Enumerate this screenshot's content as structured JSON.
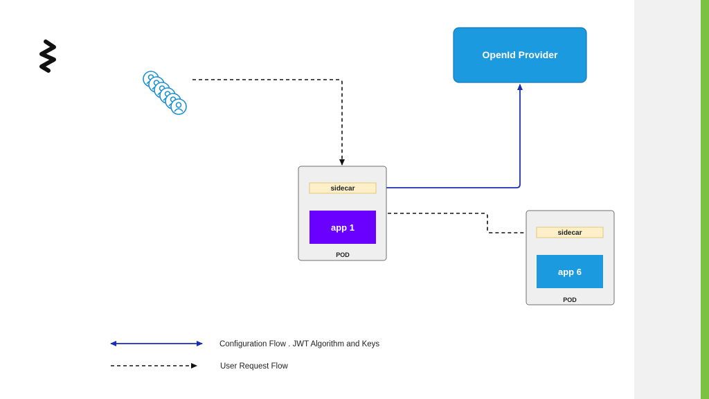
{
  "colors": {
    "accent_bar": "#7cc242",
    "openid_fill": "#1c9ae0",
    "openid_stroke": "#1578b8",
    "pod_fill": "#efefef",
    "pod_stroke": "#6f6f6f",
    "sidecar_fill": "#fdf0c9",
    "sidecar_stroke": "#e0c878",
    "app1_fill": "#6a00ff",
    "app6_fill": "#1c9ae0",
    "config_flow": "#1b2db0",
    "user_flow": "#111111",
    "user_icon": "#1c8fd4"
  },
  "icons": {
    "logo": "zigzag-logo-icon",
    "users": "users-group-icon"
  },
  "openid_provider": {
    "label": "OpenId Provider"
  },
  "pod1": {
    "label": "POD",
    "sidecar_label": "sidecar",
    "app_label": "app 1"
  },
  "pod2": {
    "label": "POD",
    "sidecar_label": "sidecar",
    "app_label": "app 6"
  },
  "legend": {
    "config_flow_label": "Configuration Flow . JWT Algorithm and Keys",
    "user_flow_label": "User Request Flow"
  }
}
